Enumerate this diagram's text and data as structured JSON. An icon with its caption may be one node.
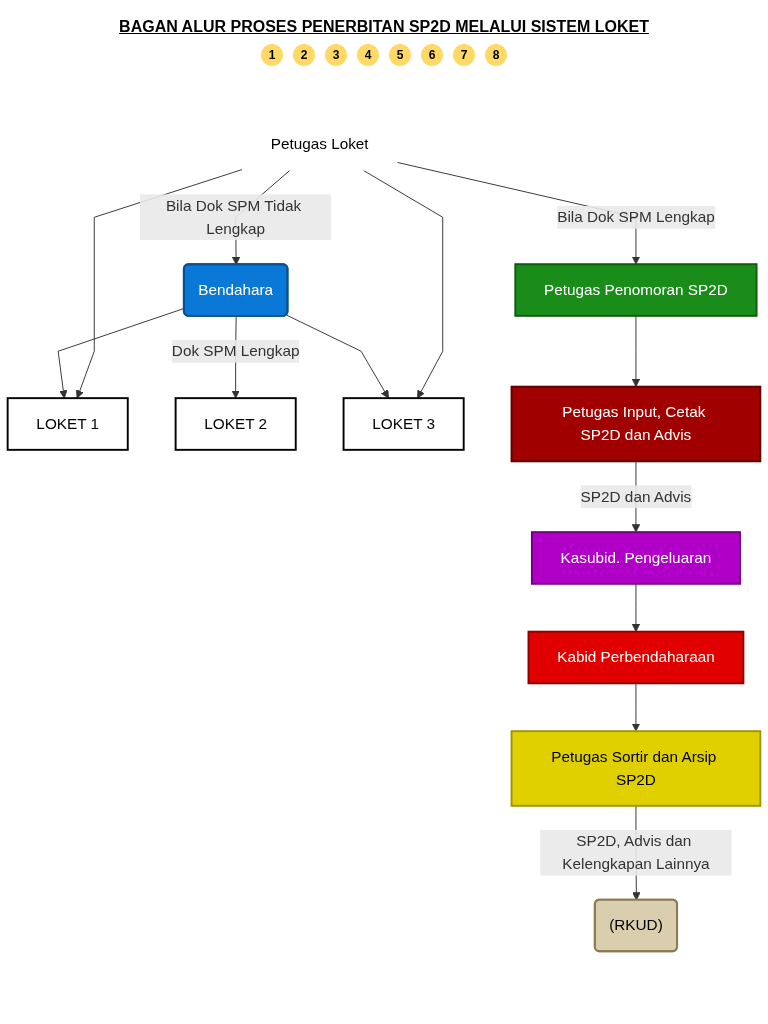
{
  "diagram": {
    "title": "BAGAN ALUR PROSES PENERBITAN SP2D MELALUI SISTEM LOKET",
    "nodes": [
      {
        "text": [
          "Bendahara"
        ]
      },
      {
        "text": [
          "LOKET 1"
        ]
      },
      {
        "text": [
          "LOKET 2"
        ]
      },
      {
        "text": [
          "LOKET 3"
        ]
      },
      {
        "text": [
          "Petugas Loket"
        ]
      },
      {
        "text": [
          "Petugas Penomoran SP2D"
        ]
      },
      {
        "text": [
          "Petugas Input, Cetak SP2D dan Advis"
        ]
      },
      {
        "text": [
          "Kasubid. Pengeluaran"
        ]
      },
      {
        "text": [
          "Kabid Perbendaharaan"
        ]
      },
      {
        "text": [
          "Petugas Sortir dan Arsip SP2D"
        ]
      },
      {
        "text": [
          "(RKUD)"
        ]
      }
    ],
    "edges": [
      {
        "from": 0,
        "to": 1,
        "arrow": "to"
      },
      {
        "from": 0,
        "to": 2,
        "arrow": "to",
        "label": "Dok SPM Lengkap"
      },
      {
        "from": 0,
        "to": 3,
        "arrow": "to"
      },
      {
        "from": 4,
        "to": 1,
        "arrow": "to"
      },
      {
        "from": 4,
        "to": 3,
        "arrow": "to"
      },
      {
        "from": 4,
        "to": 0,
        "arrow": "to",
        "label": "Bila Dok SPM Tidak Lengkap"
      },
      {
        "from": 4,
        "to": 5,
        "arrow": "to",
        "label": "Bila Dok SPM Lengkap"
      },
      {
        "from": 5,
        "to": 6,
        "arrow": "to"
      },
      {
        "from": 6,
        "to": 7,
        "arrow": "to",
        "label": "SP2D dan Advis"
      },
      {
        "from": 7,
        "to": 8,
        "arrow": "to"
      },
      {
        "from": 8,
        "to": 9,
        "arrow": "to"
      },
      {
        "from": 9,
        "to": 10,
        "arrow": "to",
        "label": "SP2D, Advis dan Kelengkapan Lainnya"
      }
    ],
    "labels": [
      "1",
      "2",
      "3",
      "4",
      "5",
      "6",
      "7",
      "8"
    ]
  }
}
